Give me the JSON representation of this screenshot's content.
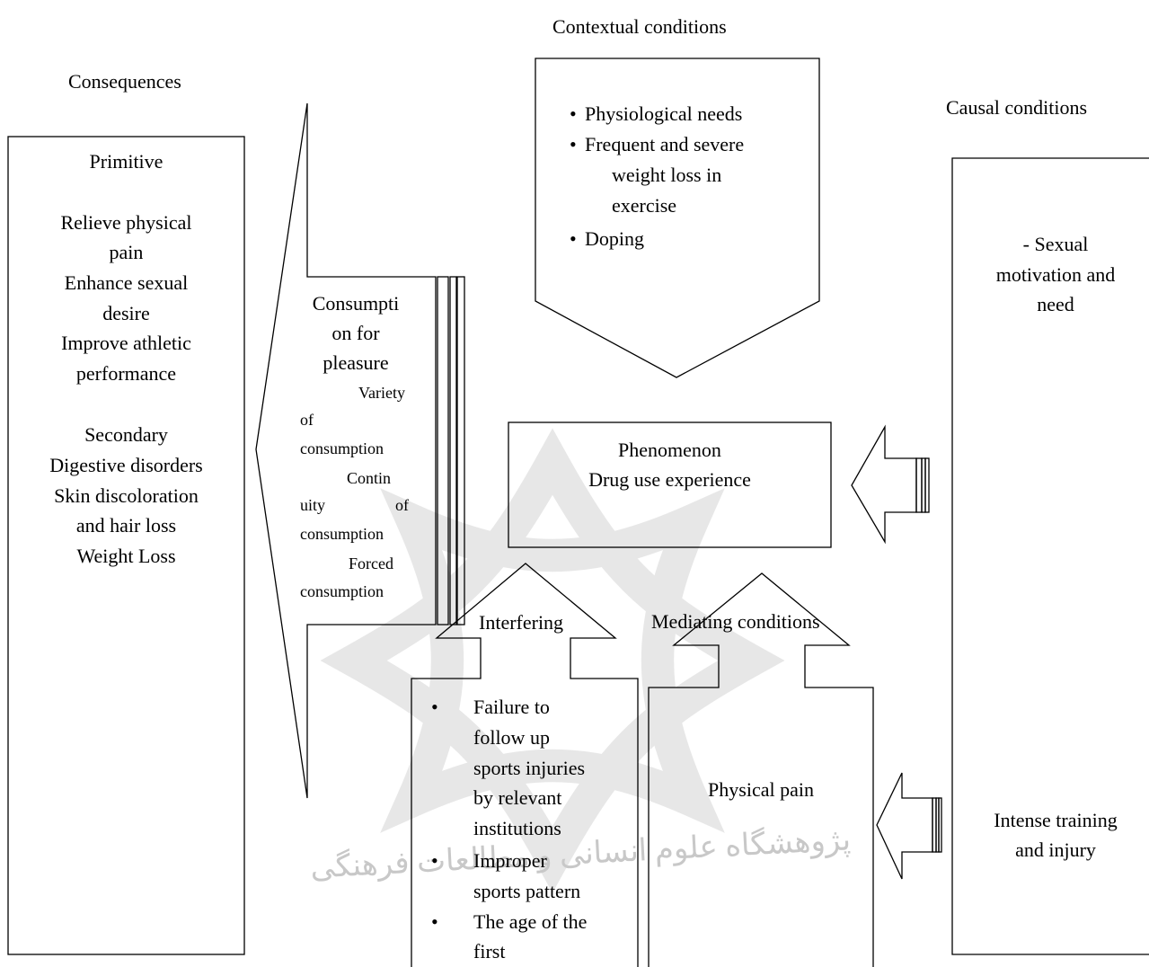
{
  "headings": {
    "contextual": "Contextual conditions",
    "consequences": "Consequences",
    "causal": "Causal conditions"
  },
  "contextual_box": {
    "items": [
      "Physiological needs",
      "Frequent and severe",
      "weight loss in",
      "exercise",
      "Doping"
    ]
  },
  "consequences_box": {
    "primitive_title": "Primitive",
    "primitive_lines": [
      "Relieve physical",
      "pain",
      "Enhance sexual",
      "desire",
      "Improve athletic",
      "performance"
    ],
    "secondary_title": "Secondary",
    "secondary_lines": [
      "Digestive disorders",
      "Skin discoloration",
      "and hair loss",
      "Weight Loss"
    ]
  },
  "strategies": {
    "title_lines": [
      "Consumpti",
      "on for",
      "pleasure"
    ],
    "variety": [
      "Variety",
      "of",
      "consumption"
    ],
    "continuity": [
      "Contin",
      "uity",
      "of",
      "consumption"
    ],
    "forced": [
      "Forced",
      "consumption"
    ]
  },
  "phenomenon": {
    "title": "Phenomenon",
    "subtitle": "Drug use experience"
  },
  "causal_box": {
    "top_lines": [
      "- Sexual",
      "motivation and",
      "need"
    ],
    "bottom_lines": [
      "Intense training",
      "and injury"
    ]
  },
  "interfering": {
    "label": "Interfering",
    "items": [
      [
        "Failure to",
        "follow up",
        "sports injuries",
        "by relevant",
        "institutions"
      ],
      [
        "Improper",
        "sports pattern"
      ],
      [
        "The age of the",
        "first"
      ]
    ]
  },
  "mediating": {
    "label": "Mediating conditions",
    "body": "Physical pain"
  },
  "watermark": {
    "line1": "پژوهشگاه علوم انسانی و مطالعات فرهنگی"
  },
  "colors": {
    "stroke": "#000000",
    "watermark": "#c8c8c8"
  }
}
